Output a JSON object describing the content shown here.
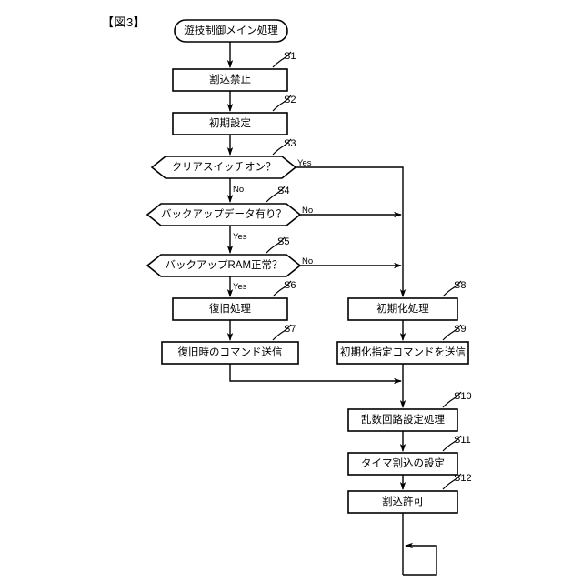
{
  "figure": {
    "caption": "【図3】",
    "title_node": "遊技制御メイン処理"
  },
  "nodes": [
    {
      "id": "start",
      "shape": "terminator",
      "label": "遊技制御メイン処理",
      "step": ""
    },
    {
      "id": "s1",
      "shape": "process",
      "label": "割込禁止",
      "step": "S1"
    },
    {
      "id": "s2",
      "shape": "process",
      "label": "初期設定",
      "step": "S2"
    },
    {
      "id": "s3",
      "shape": "decision",
      "label": "クリアスイッチオン？",
      "step": "S3"
    },
    {
      "id": "s4",
      "shape": "decision",
      "label": "バックアップデータ有り？",
      "step": "S4"
    },
    {
      "id": "s5",
      "shape": "decision",
      "label": "バックアップRAM正常？",
      "step": "S5"
    },
    {
      "id": "s6",
      "shape": "process",
      "label": "復旧処理",
      "step": "S6"
    },
    {
      "id": "s7",
      "shape": "process",
      "label": "復旧時のコマンド送信",
      "step": "S7"
    },
    {
      "id": "s8",
      "shape": "process",
      "label": "初期化処理",
      "step": "S8"
    },
    {
      "id": "s9",
      "shape": "process",
      "label": "初期化指定コマンドを送信",
      "step": "S9"
    },
    {
      "id": "s10",
      "shape": "process",
      "label": "乱数回路設定処理",
      "step": "S10"
    },
    {
      "id": "s11",
      "shape": "process",
      "label": "タイマ割込の設定",
      "step": "S11"
    },
    {
      "id": "s12",
      "shape": "process",
      "label": "割込許可",
      "step": "S12"
    }
  ],
  "edge_labels": {
    "s3_yes": "Yes",
    "s3_no": "No",
    "s4_no": "No",
    "s4_yes": "Yes",
    "s5_no": "No",
    "s5_yes": "Yes"
  },
  "colors": {
    "stroke": "#000000",
    "background": "#ffffff",
    "text": "#000000"
  }
}
